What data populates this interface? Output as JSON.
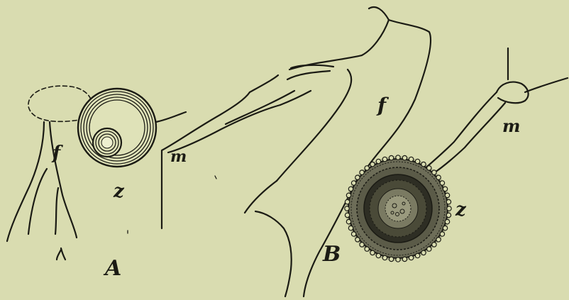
{
  "figure": {
    "background": "#d9dcb0",
    "ink": "#1b1b14",
    "panel_a": {
      "label": "A",
      "label_f": "f",
      "label_z": "z",
      "label_m": "m"
    },
    "panel_b": {
      "label": "B",
      "label_f": "f",
      "label_z": "z",
      "label_m": "m"
    }
  }
}
